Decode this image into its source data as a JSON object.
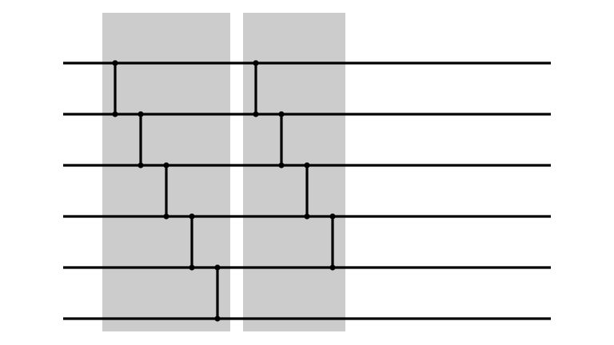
{
  "diagram": {
    "type": "sorting-network",
    "wire_count": 6,
    "colors": {
      "background": "#ffffff",
      "stage_fill": "#cccccc",
      "ink": "#000000"
    },
    "stages": [
      {
        "comparators": [
          {
            "top_wire": 0,
            "bottom_wire": 1
          },
          {
            "top_wire": 1,
            "bottom_wire": 2
          },
          {
            "top_wire": 2,
            "bottom_wire": 3
          },
          {
            "top_wire": 3,
            "bottom_wire": 4
          },
          {
            "top_wire": 4,
            "bottom_wire": 5
          }
        ]
      },
      {
        "comparators": [
          {
            "top_wire": 0,
            "bottom_wire": 1
          },
          {
            "top_wire": 1,
            "bottom_wire": 2
          },
          {
            "top_wire": 2,
            "bottom_wire": 3
          },
          {
            "top_wire": 3,
            "bottom_wire": 4
          }
        ]
      }
    ]
  }
}
